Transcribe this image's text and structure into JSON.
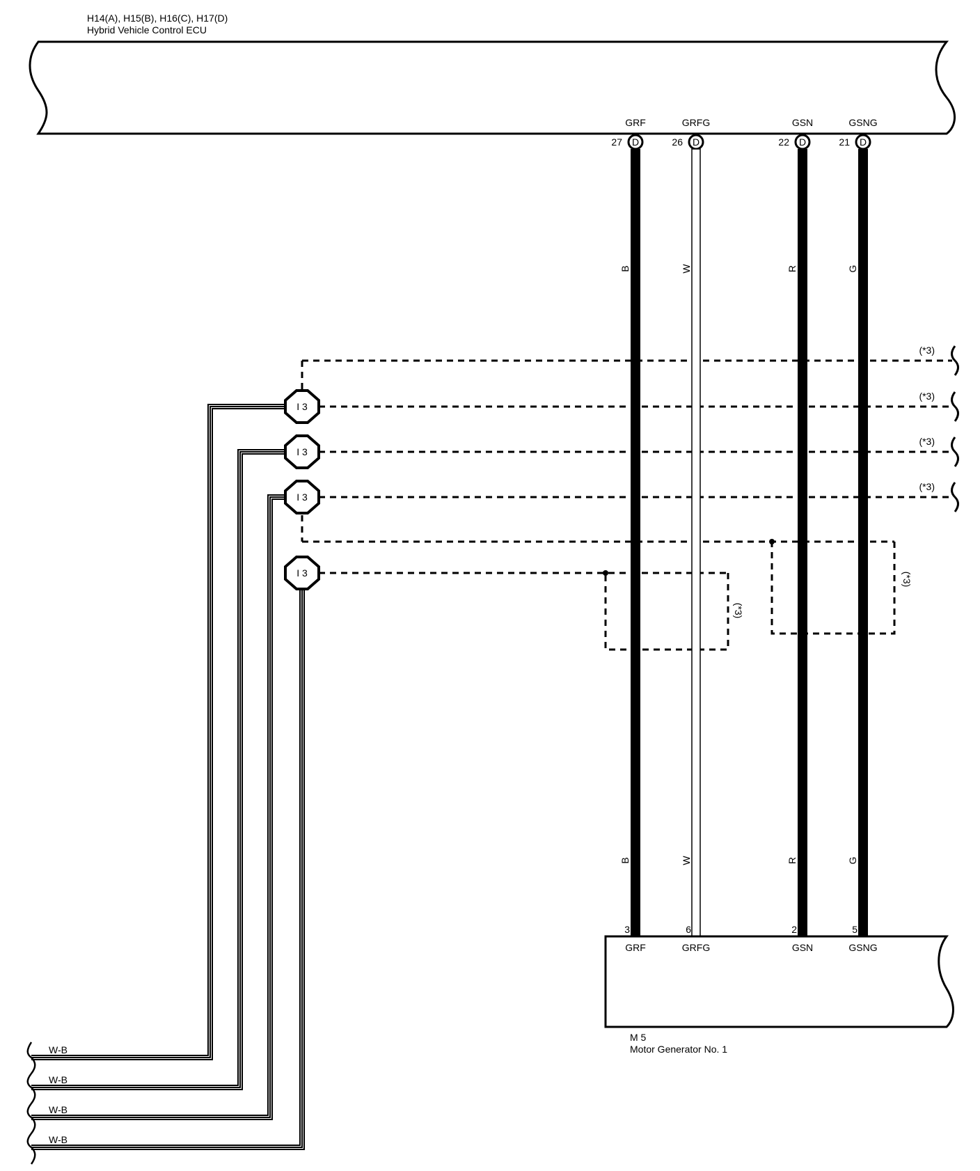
{
  "ecu": {
    "connectors": "H14(A), H15(B), H16(C), H17(D)",
    "name": "Hybrid Vehicle Control ECU"
  },
  "ecu_pins": [
    {
      "signal": "GRF",
      "pin": "27",
      "connector": "D",
      "color": "B",
      "thick": true
    },
    {
      "signal": "GRFG",
      "pin": "26",
      "connector": "D",
      "color": "W",
      "thick": false
    },
    {
      "signal": "GSN",
      "pin": "22",
      "connector": "D",
      "color": "R",
      "thick": true
    },
    {
      "signal": "GSNG",
      "pin": "21",
      "connector": "D",
      "color": "G",
      "thick": true
    }
  ],
  "motor": {
    "code": "M 5",
    "name": "Motor Generator No. 1",
    "pins": [
      {
        "pin": "3",
        "signal": "GRF"
      },
      {
        "pin": "6",
        "signal": "GRFG"
      },
      {
        "pin": "2",
        "signal": "GSN"
      },
      {
        "pin": "5",
        "signal": "GSNG"
      }
    ]
  },
  "shield_notes": [
    "(*3)",
    "(*3)",
    "(*3)",
    "(*3)",
    "(*3)",
    "(*3)"
  ],
  "splices": [
    "I 3",
    "I 3",
    "I 3",
    "I 3"
  ],
  "ground_wires": [
    "W-B",
    "W-B",
    "W-B",
    "W-B"
  ],
  "colors": {
    "line": "#000000",
    "background": "#ffffff"
  }
}
